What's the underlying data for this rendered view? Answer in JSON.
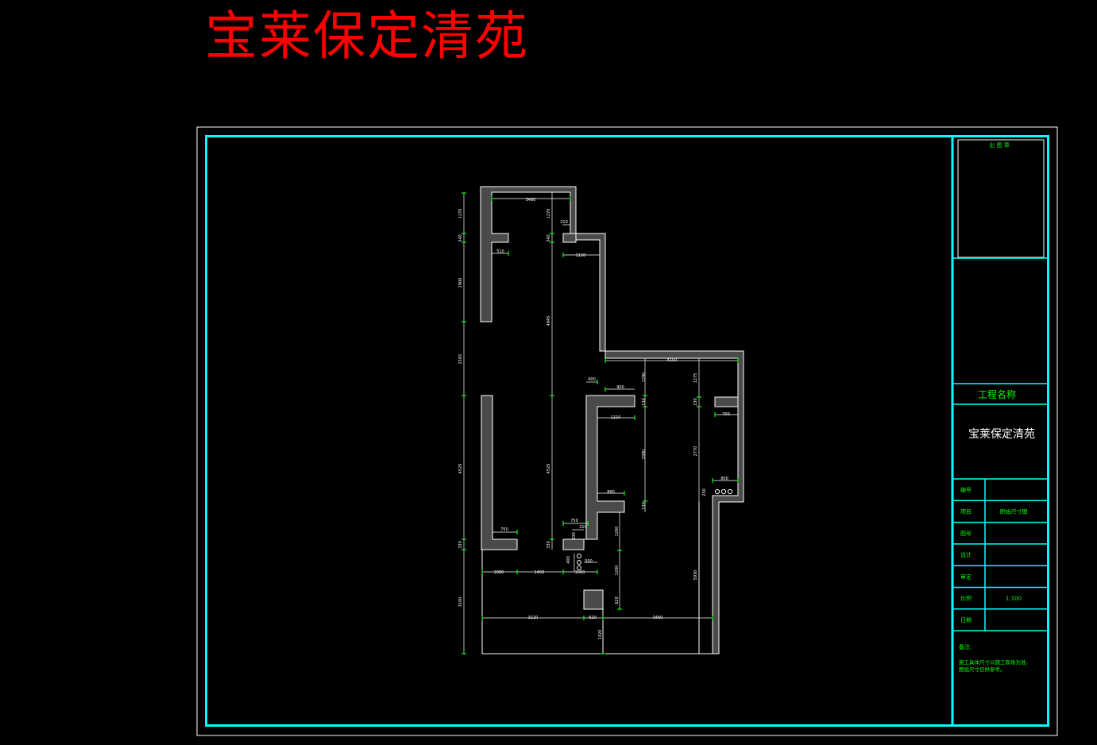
{
  "title": "宝莱保定清苑",
  "colors": {
    "background": "#000000",
    "title": "#ff0000",
    "outer_frame": "#ffffff",
    "inner_frame": "#00ffff",
    "wall_fill": "#4a4a4a",
    "wall_edge": "#ffffff",
    "dim_line": "#ffffff",
    "dim_tick": "#00ff00",
    "titleblock_text": "#00ff00"
  },
  "title_block": {
    "stamp_label": "出 图 章",
    "project_name_label": "工程名称",
    "project_name": "宝莱保定清苑",
    "rows": [
      {
        "label": "编号",
        "value": ""
      },
      {
        "label": "项目",
        "value": "原始尺寸图"
      },
      {
        "label": "图号",
        "value": ""
      },
      {
        "label": "设计",
        "value": ""
      },
      {
        "label": "审定",
        "value": ""
      },
      {
        "label": "比例",
        "value": "1:100"
      },
      {
        "label": "日期",
        "value": ""
      }
    ],
    "notes_label": "备注:",
    "notes_line1": "施工具体尺寸以施工现场为准,",
    "notes_line2": "图纸尺寸仅供参考。"
  },
  "dimensions": {
    "left_chain": [
      "1270",
      "340",
      "2900",
      "2165",
      "4520",
      "330",
      "3100"
    ],
    "top_width": "3480",
    "d_1270_inner": "1270",
    "d_210": "210",
    "d_340_inner": "340",
    "d_510": "510",
    "d_1120": "1120",
    "d_4945": "4945",
    "d_4520_inner": "4520",
    "d_330_inner": "330",
    "d_750_left": "750",
    "d_4150": "4150",
    "d_1290": "1290",
    "d_1275": "1275",
    "d_400": "400",
    "d_900": "900",
    "d_130_a": "130",
    "d_1210": "1210",
    "d_230": "230",
    "d_700": "700",
    "d_2990": "2990",
    "d_2770": "2770",
    "d_880": "880",
    "d_130_b": "130",
    "d_800": "800",
    "d_230_b": "230",
    "d_750_mid": "750",
    "d_210_b": "210",
    "d_1200_a": "1200",
    "d_330_mid": "330",
    "d_500": "500",
    "d_400_b": "400",
    "d_1080": "1080",
    "d_1460": "1460",
    "d_1060": "1060",
    "d_1200_b": "1200",
    "d_5930": "5930",
    "d_620_v": "620",
    "d_3220": "3220",
    "d_620_h": "620",
    "d_3460": "3460",
    "d_1420": "1420"
  }
}
